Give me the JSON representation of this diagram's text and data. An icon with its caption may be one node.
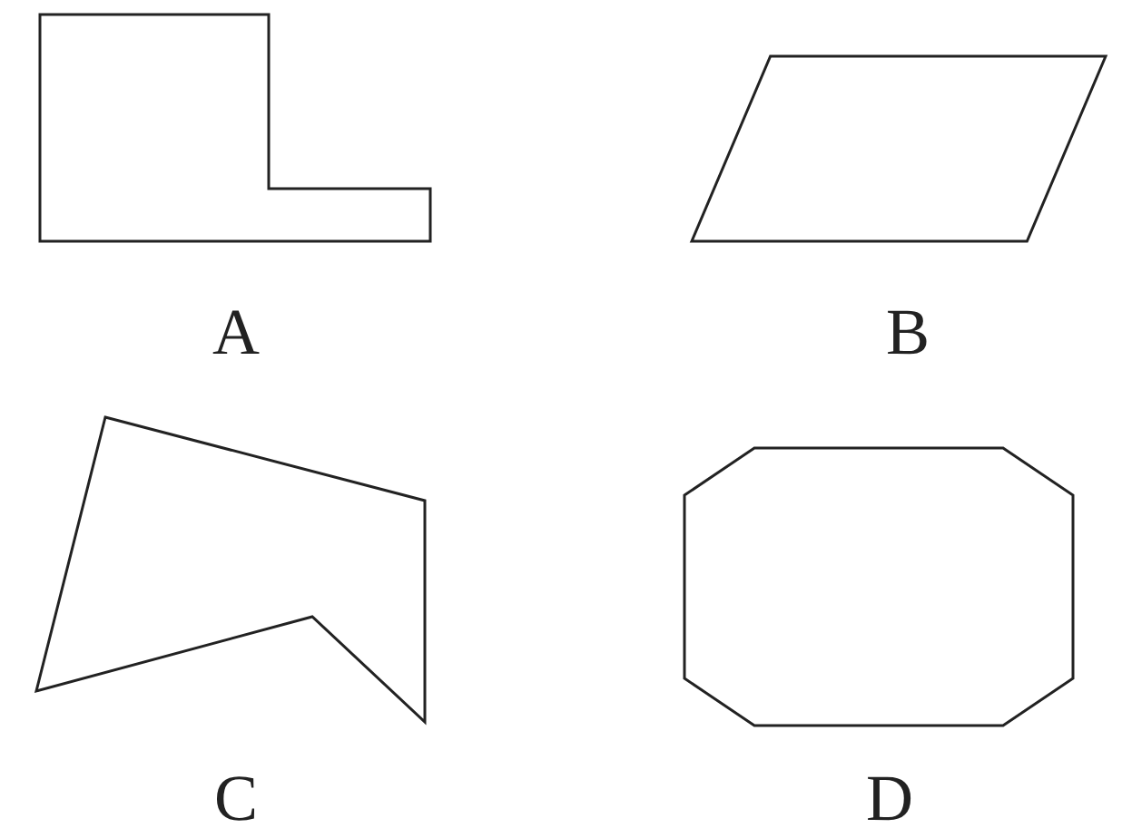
{
  "diagram": {
    "nodes": [
      {
        "text": [],
        "shape": "polygon",
        "beside": [
          "A"
        ]
      },
      {
        "text": [],
        "shape": "parallelogram",
        "beside": [
          "B"
        ]
      },
      {
        "text": [],
        "shape": "polygon",
        "beside": [
          "C"
        ]
      },
      {
        "text": [],
        "shape": "octagon",
        "beside": [
          "D"
        ]
      }
    ],
    "edges": []
  }
}
